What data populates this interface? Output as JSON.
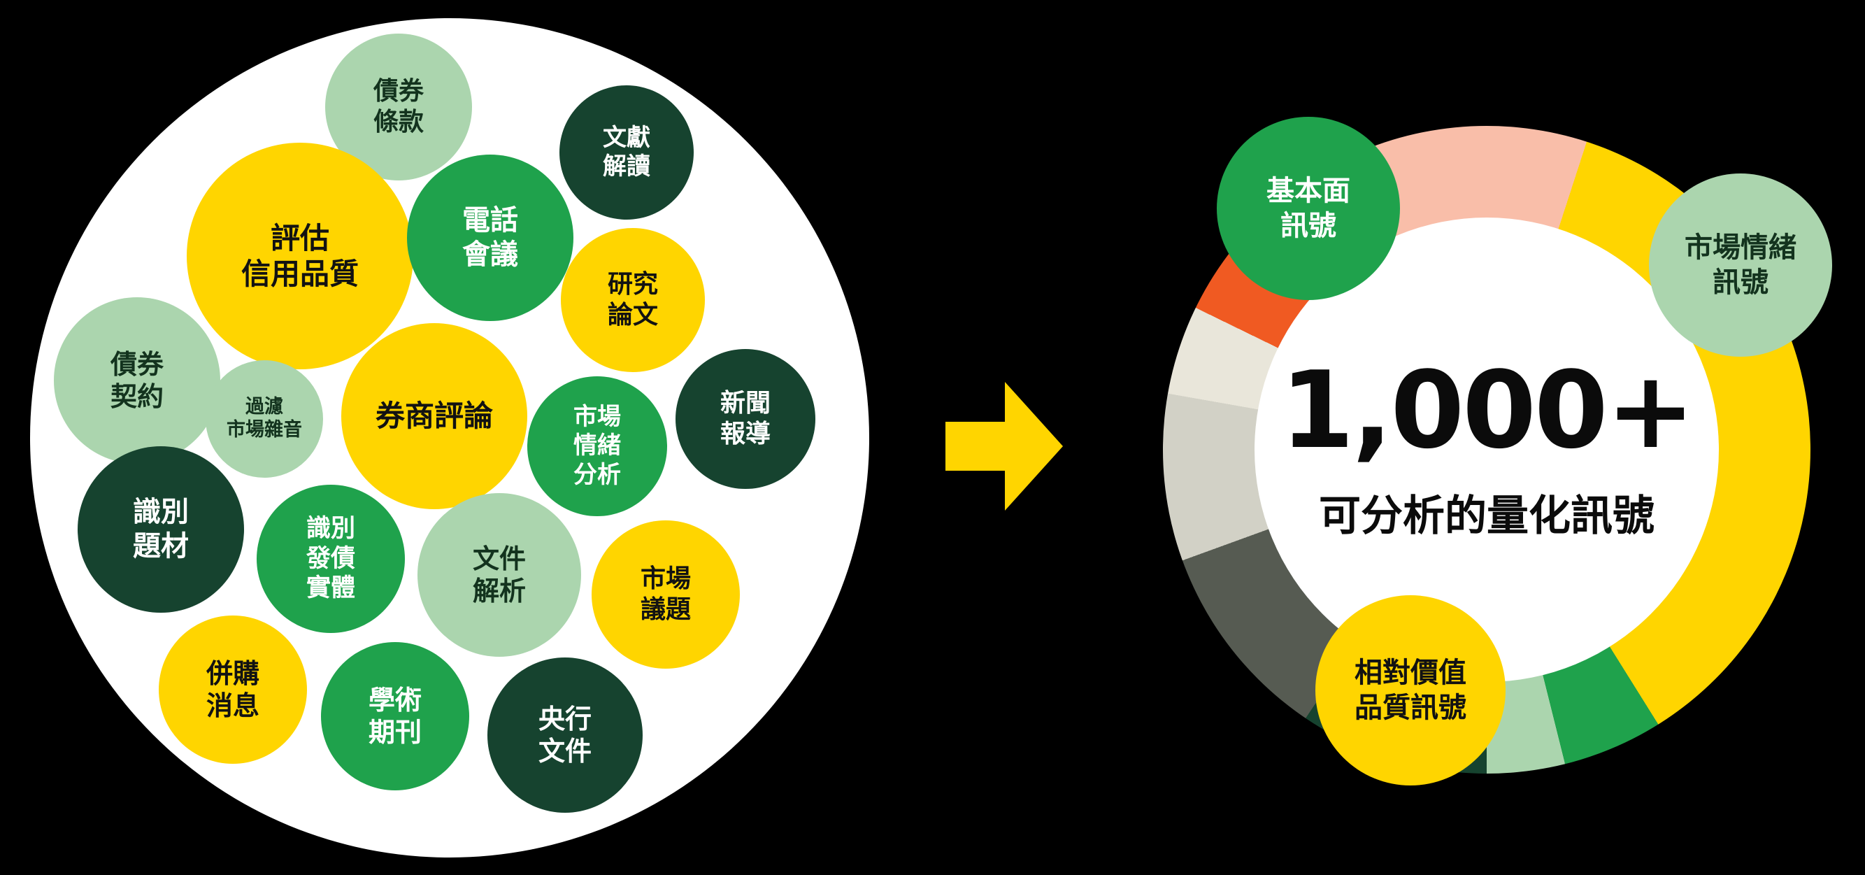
{
  "palette": {
    "yellow": "#FFD500",
    "green": "#1FA24C",
    "light_green": "#ABD5AE",
    "dark_green": "#16432F",
    "pink": "#F9BEA9",
    "orange": "#F05A22",
    "dark_gray": "#565B52",
    "light_gray": "#D2D1C6",
    "beige": "#E9E6DA",
    "background": "#000000",
    "circle_bg": "#FFFFFF"
  },
  "cluster": {
    "bubbles": [
      {
        "label": "債券\n條款"
      },
      {
        "label": "文獻\n解讀"
      },
      {
        "label": "評估\n信用品質"
      },
      {
        "label": "電話\n會議"
      },
      {
        "label": "研究\n論文"
      },
      {
        "label": "債券\n契約"
      },
      {
        "label": "過濾\n市場雜音"
      },
      {
        "label": "券商評論"
      },
      {
        "label": "市場\n情緒\n分析"
      },
      {
        "label": "新聞\n報導"
      },
      {
        "label": "識別\n題材"
      },
      {
        "label": "識別\n發債\n實體"
      },
      {
        "label": "文件\n解析"
      },
      {
        "label": "市場\n議題"
      },
      {
        "label": "併購\n消息"
      },
      {
        "label": "學術\n期刊"
      },
      {
        "label": "央行\n文件"
      }
    ]
  },
  "donut": {
    "center_value": "1,000+",
    "center_caption": "可分析的量化訊號",
    "labels": [
      {
        "label": "基本面\n訊號"
      },
      {
        "label": "市場情緒\n訊號"
      },
      {
        "label": "相對價值\n品質訊號"
      }
    ],
    "segments": [
      {
        "name": "pink-top",
        "color": "#F9BEA9",
        "from": 0,
        "to": 18
      },
      {
        "name": "yellow",
        "color": "#FFD500",
        "from": 18,
        "to": 148
      },
      {
        "name": "green",
        "color": "#1FA24C",
        "from": 148,
        "to": 166
      },
      {
        "name": "light-green",
        "color": "#ABD5AE",
        "from": 166,
        "to": 180
      },
      {
        "name": "dark-green",
        "color": "#16432F",
        "from": 180,
        "to": 214
      },
      {
        "name": "dark-gray",
        "color": "#565B52",
        "from": 214,
        "to": 250
      },
      {
        "name": "light-gray",
        "color": "#D2D1C6",
        "from": 250,
        "to": 280
      },
      {
        "name": "beige",
        "color": "#E9E6DA",
        "from": 280,
        "to": 296
      },
      {
        "name": "orange",
        "color": "#F05A22",
        "from": 296,
        "to": 322
      },
      {
        "name": "pink",
        "color": "#F9BEA9",
        "from": 322,
        "to": 360
      }
    ]
  }
}
